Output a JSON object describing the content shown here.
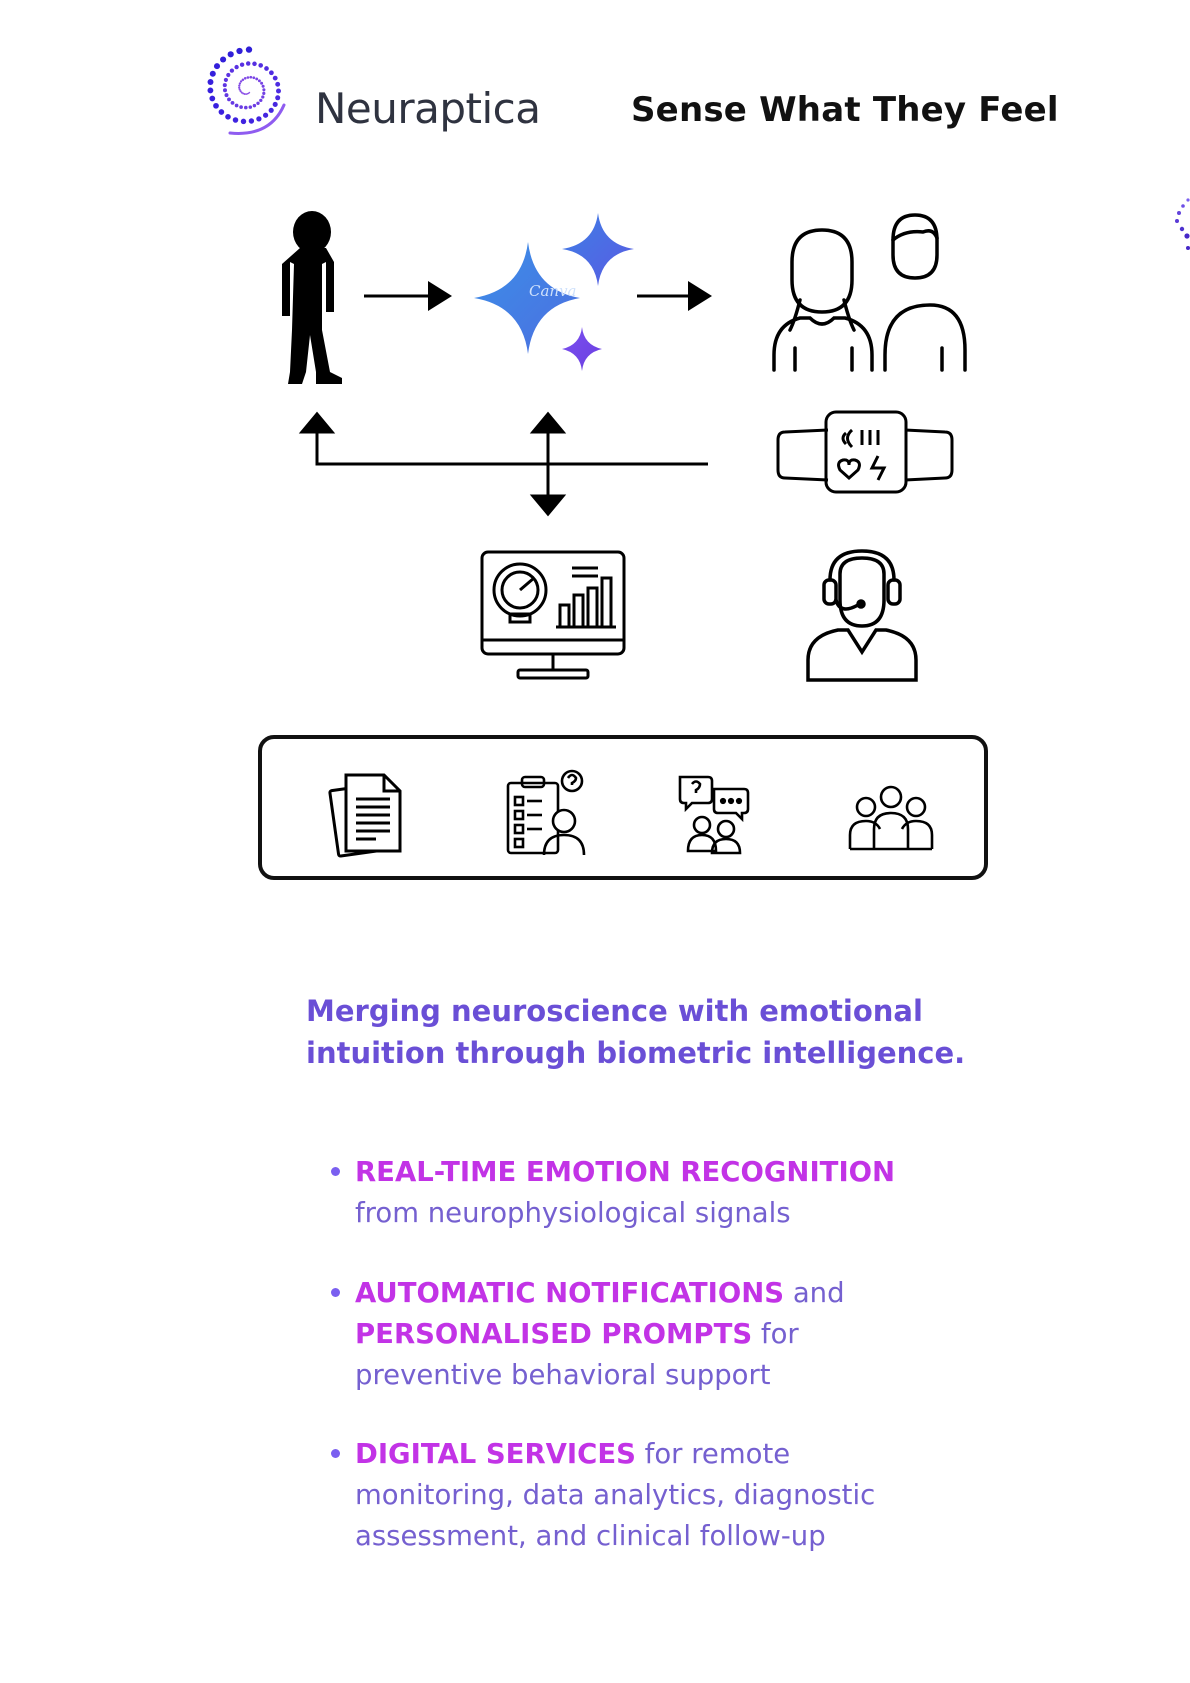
{
  "header": {
    "brand_name": "Neuraptica",
    "tagline": "Sense What They Feel"
  },
  "colors": {
    "brand_purple": "#6a4fd6",
    "highlight_magenta": "#c233e6",
    "body_lavender": "#7560d0",
    "sparkle_blue": "#3f7fe0",
    "sparkle_violet": "#7a3fe8"
  },
  "diagram": {
    "nodes": [
      {
        "id": "child",
        "icon": "child-silhouette-icon"
      },
      {
        "id": "ai",
        "icon": "ai-sparkle-icon"
      },
      {
        "id": "parents",
        "icon": "parents-icon"
      },
      {
        "id": "wearable",
        "icon": "wearable-band-icon"
      },
      {
        "id": "dashboard",
        "icon": "analytics-monitor-icon"
      },
      {
        "id": "operator",
        "icon": "support-agent-icon"
      }
    ],
    "watermark": "Canva"
  },
  "tools": [
    {
      "icon": "documents-icon"
    },
    {
      "icon": "clinical-questionnaire-icon"
    },
    {
      "icon": "conversation-icon"
    },
    {
      "icon": "group-icon"
    }
  ],
  "mission": {
    "line1": "Merging neuroscience with emotional",
    "line2": "intuition through biometric intelligence."
  },
  "features": [
    {
      "highlight1": "REAL-TIME EMOTION RECOGNITION",
      "rest1": "from neurophysiological signals"
    },
    {
      "highlight1": "AUTOMATIC NOTIFICATIONS",
      "join1": " and",
      "highlight2": "PERSONALISED PROMPTS",
      "join2": " for",
      "rest": "preventive behavioral support"
    },
    {
      "highlight1": "DIGITAL SERVICES",
      "join1": " for remote",
      "line2": "monitoring, data analytics, diagnostic",
      "line3": "assessment, and clinical follow-up"
    }
  ]
}
